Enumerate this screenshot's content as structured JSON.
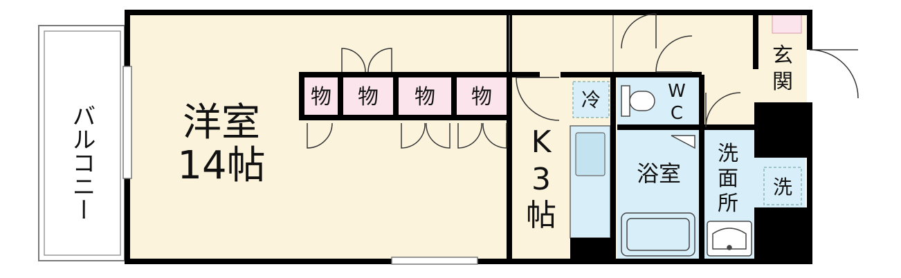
{
  "balcony": {
    "label": "バルコニー"
  },
  "western_room": {
    "name": "洋室",
    "size": "14帖"
  },
  "storage": {
    "label": "物"
  },
  "kitchen": {
    "k": "K",
    "num": "3",
    "unit": "帖"
  },
  "fridge": {
    "label": "冷"
  },
  "wc": {
    "w": "W",
    "c": "C"
  },
  "bathroom": {
    "label": "浴室"
  },
  "washroom": {
    "c1": "洗",
    "c2": "面",
    "c3": "所"
  },
  "washer": {
    "label": "洗"
  },
  "entrance": {
    "c1": "玄",
    "c2": "関"
  },
  "colors": {
    "wall": "#000000",
    "floor": "#fbf3dc",
    "wet_area": "#d8eef8",
    "storage_fill": "#fbe4ec",
    "entrance_tile": "#fbe4ec"
  }
}
